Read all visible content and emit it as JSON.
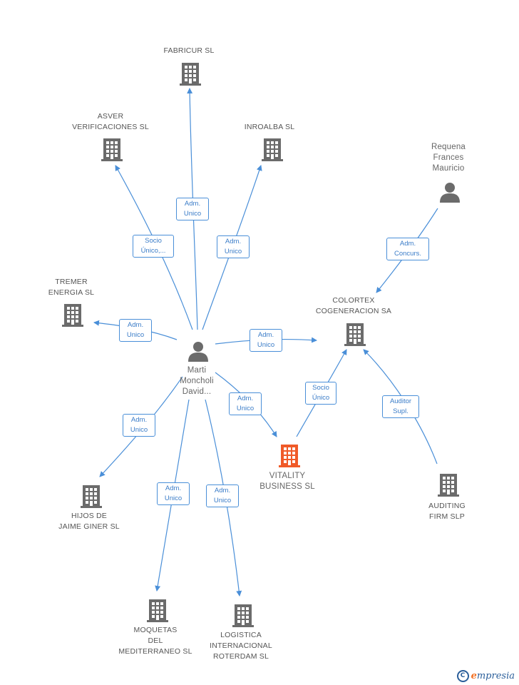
{
  "colors": {
    "edge": "#4a8fd8",
    "building": "#6b6b6b",
    "building_highlight": "#f05a28",
    "person": "#6b6b6b"
  },
  "nodes": {
    "fabricur": {
      "label_lines": [
        "FABRICUR SL"
      ],
      "icon": "building-icon"
    },
    "asver": {
      "label_lines": [
        "ASVER",
        "VERIFICACIONES SL"
      ],
      "icon": "building-icon"
    },
    "inroalba": {
      "label_lines": [
        "INROALBA SL"
      ],
      "icon": "building-icon"
    },
    "requena": {
      "label_lines": [
        "Requena",
        "Frances",
        "Mauricio"
      ],
      "icon": "person-icon"
    },
    "tremer": {
      "label_lines": [
        "TREMER",
        "ENERGIA SL"
      ],
      "icon": "building-icon"
    },
    "colortex": {
      "label_lines": [
        "COLORTEX",
        "COGENERACION SA"
      ],
      "icon": "building-icon"
    },
    "marti": {
      "label_lines": [
        "Marti",
        "Moncholi",
        "David..."
      ],
      "icon": "person-icon"
    },
    "vitality": {
      "label_lines": [
        "VITALITY",
        "BUSINESS SL"
      ],
      "icon": "building-icon"
    },
    "hijos": {
      "label_lines": [
        "HIJOS DE",
        "JAIME GINER SL"
      ],
      "icon": "building-icon"
    },
    "auditing": {
      "label_lines": [
        "AUDITING",
        "FIRM SLP"
      ],
      "icon": "building-icon"
    },
    "moquetas": {
      "label_lines": [
        "MOQUETAS",
        "DEL",
        "MEDITERRANEO SL"
      ],
      "icon": "building-icon"
    },
    "logistica": {
      "label_lines": [
        "LOGISTICA",
        "INTERNACIONAL",
        "ROTERDAM SL"
      ],
      "icon": "building-icon"
    }
  },
  "edges": {
    "marti_fabricur": [
      "Adm.",
      "Unico"
    ],
    "marti_asver": [
      "Socio",
      "Único,..."
    ],
    "marti_inroalba": [
      "Adm.",
      "Unico"
    ],
    "requena_colortex": [
      "Adm.",
      "Concurs."
    ],
    "marti_tremer": [
      "Adm.",
      "Unico"
    ],
    "marti_colortex": [
      "Adm.",
      "Unico"
    ],
    "vitality_colortex": [
      "Socio",
      "Único"
    ],
    "auditing_colortex": [
      "Auditor",
      "Supl."
    ],
    "marti_vitality": [
      "Adm.",
      "Unico"
    ],
    "marti_hijos": [
      "Adm.",
      "Unico"
    ],
    "marti_moquetas": [
      "Adm.",
      "Unico"
    ],
    "marti_logistica": [
      "Adm.",
      "Unico"
    ]
  },
  "brand": {
    "copyright_symbol": "C",
    "name_initial": "e",
    "name_rest": "mpresia"
  }
}
